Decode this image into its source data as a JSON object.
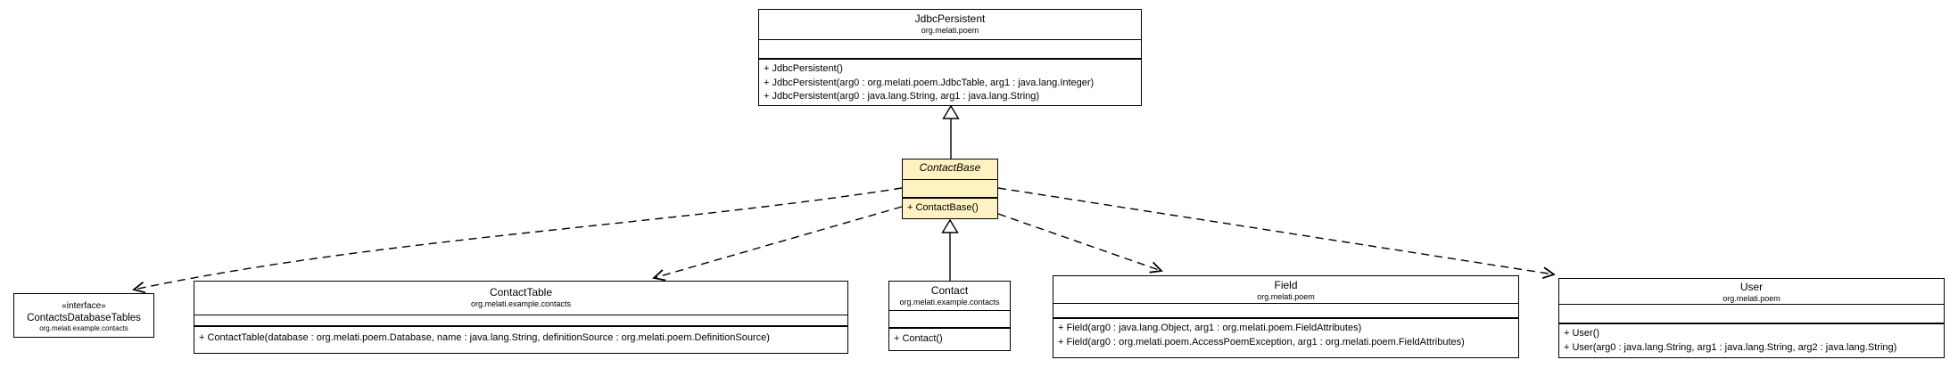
{
  "colors": {
    "background": "#FFFFFF",
    "class_fill": "#FFFFFF",
    "abstract_highlight_fill": "#FFF2C2",
    "line": "#000000"
  },
  "classes": {
    "jdbc_persistent": {
      "name": "JdbcPersistent",
      "package": "org.melati.poem",
      "methods": [
        "+ JdbcPersistent()",
        "+ JdbcPersistent(arg0 : org.melati.poem.JdbcTable, arg1 : java.lang.Integer)",
        "+ JdbcPersistent(arg0 : java.lang.String, arg1 : java.lang.String)"
      ]
    },
    "contact_base": {
      "name": "ContactBase",
      "abstract": true,
      "methods": [
        "+ ContactBase()"
      ]
    },
    "contacts_database_tables": {
      "stereotype": "«interface»",
      "name": "ContactsDatabaseTables",
      "package": "org.melati.example.contacts"
    },
    "contact_table": {
      "name": "ContactTable",
      "package": "org.melati.example.contacts",
      "methods": [
        "+ ContactTable(database : org.melati.poem.Database, name : java.lang.String, definitionSource : org.melati.poem.DefinitionSource)"
      ]
    },
    "contact": {
      "name": "Contact",
      "package": "org.melati.example.contacts",
      "methods": [
        "+ Contact()"
      ]
    },
    "field": {
      "name": "Field",
      "package": "org.melati.poem",
      "methods": [
        "+ Field(arg0 : java.lang.Object, arg1 : org.melati.poem.FieldAttributes)",
        "+ Field(arg0 : org.melati.poem.AccessPoemException, arg1 : org.melati.poem.FieldAttributes)"
      ]
    },
    "user": {
      "name": "User",
      "package": "org.melati.poem",
      "methods": [
        "+ User()",
        "+ User(arg0 : java.lang.String, arg1 : java.lang.String, arg2 : java.lang.String)"
      ]
    }
  },
  "relationships": [
    {
      "type": "generalization",
      "from": "ContactBase",
      "to": "JdbcPersistent"
    },
    {
      "type": "generalization",
      "from": "Contact",
      "to": "ContactBase"
    },
    {
      "type": "dependency",
      "from": "ContactBase",
      "to": "ContactsDatabaseTables"
    },
    {
      "type": "dependency",
      "from": "ContactBase",
      "to": "ContactTable"
    },
    {
      "type": "dependency",
      "from": "ContactBase",
      "to": "Field"
    },
    {
      "type": "dependency",
      "from": "ContactBase",
      "to": "User"
    }
  ]
}
